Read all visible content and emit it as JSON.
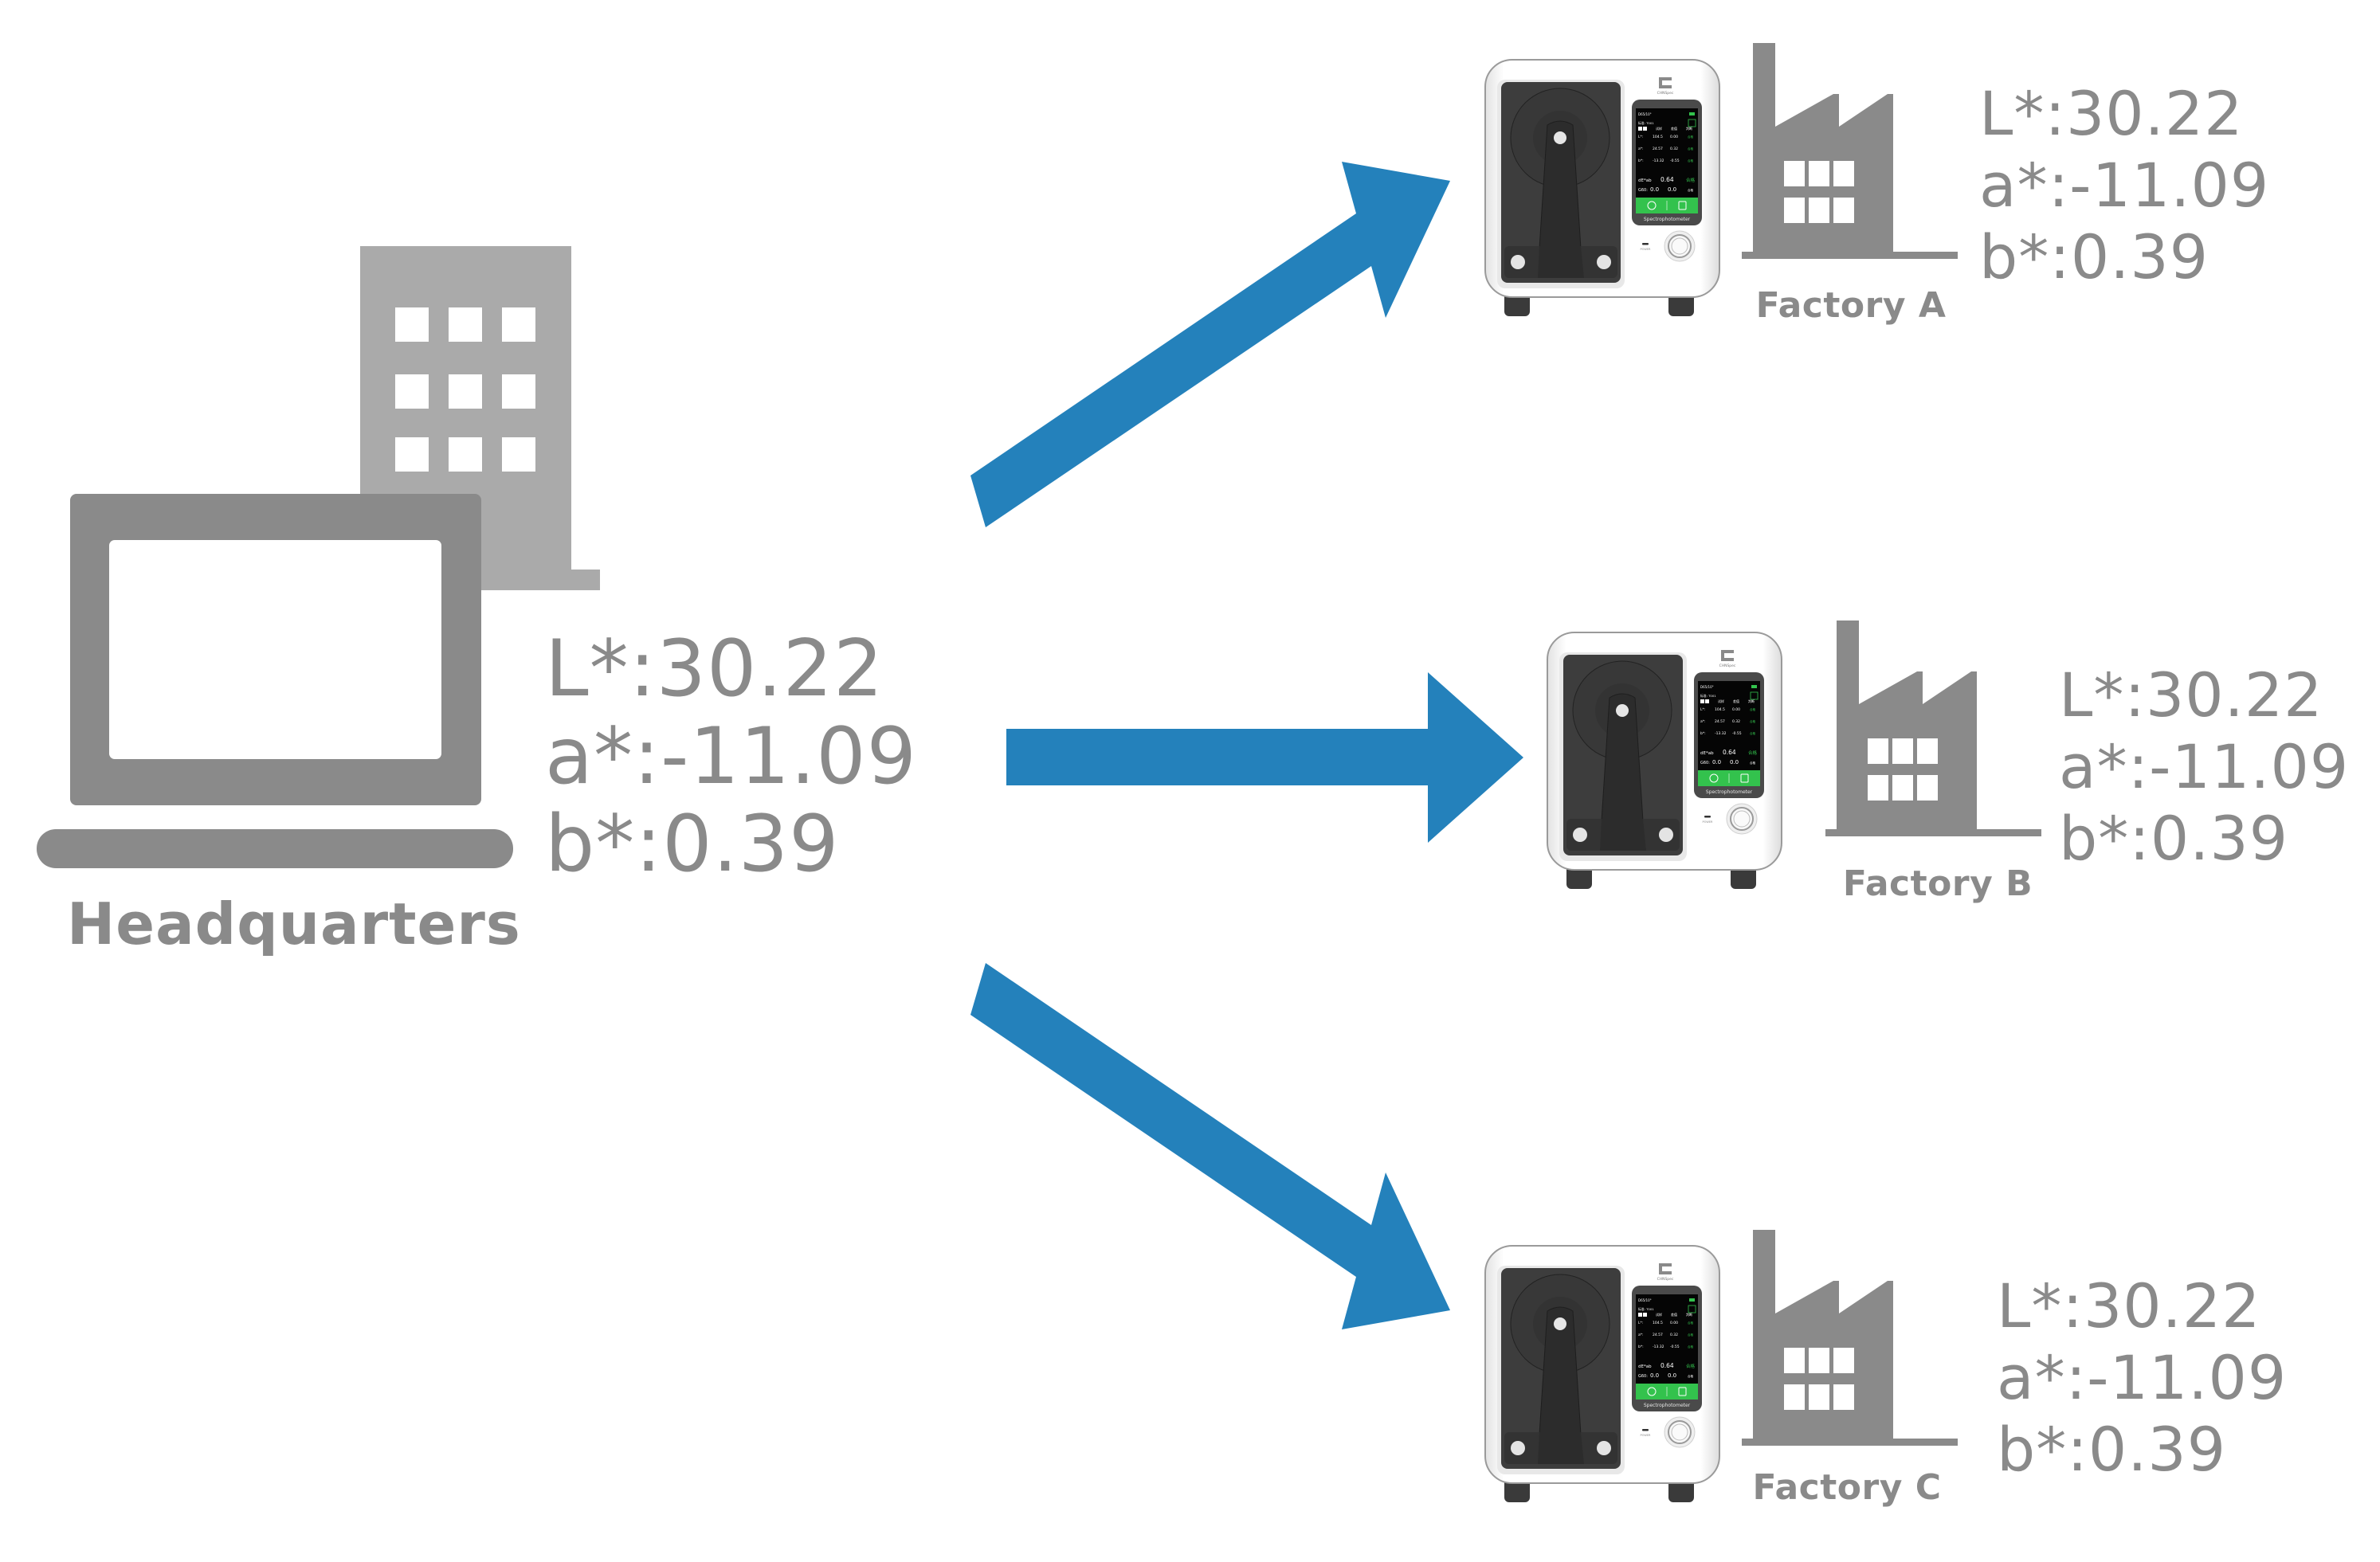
{
  "diagram": {
    "colors": {
      "arrow": "#2481bb",
      "label_gray": "#8a8a8a",
      "laptop_gray": "#8a8a8a",
      "building_gray": "#aaaaaa",
      "factory_gray": "#8a8a8a",
      "screen_green": "#33c24d"
    },
    "headquarters": {
      "name": "Headquarters",
      "icons": [
        "laptop-icon",
        "office-building-icon"
      ],
      "values": {
        "L": "L*:30.22",
        "a": "a*:-11.09",
        "b": "b*:0.39"
      }
    },
    "factories": [
      {
        "name": "Factory A",
        "values": {
          "L": "L*:30.22",
          "a": "a*:-11.09",
          "b": "b*:0.39"
        }
      },
      {
        "name": "Factory B",
        "values": {
          "L": "L*:30.22",
          "a": "a*:-11.09",
          "b": "b*:0.39"
        }
      },
      {
        "name": "Factory C",
        "values": {
          "L": "L*:30.22",
          "a": "a*:-11.09",
          "b": "b*:0.39"
        }
      }
    ],
    "arrows": [
      {
        "from": "Headquarters",
        "to": "Factory A",
        "direction": "up-right"
      },
      {
        "from": "Headquarters",
        "to": "Factory B",
        "direction": "right"
      },
      {
        "from": "Headquarters",
        "to": "Factory C",
        "direction": "down-right"
      }
    ],
    "device": {
      "brand": "CHNSpec",
      "product_label": "Spectrophotometer",
      "power_label": "POWER",
      "screen": {
        "illuminant": "D65/10°",
        "standard": "标准: T001",
        "columns": [
          "试样",
          "差值",
          "判断"
        ],
        "rows": [
          {
            "label": "L*:",
            "sample": "104.5",
            "diff": "0.00",
            "judge": "合格"
          },
          {
            "label": "a*:",
            "sample": "24.57",
            "diff": "0.32",
            "judge": "合格"
          },
          {
            "label": "b*:",
            "sample": "-13.32",
            "diff": "-0.55",
            "judge": "合格"
          }
        ],
        "de": {
          "label": "dE*ab",
          "value": "0.64",
          "judge": "合格"
        },
        "gloss": {
          "label": "G60:",
          "sample": "0.0",
          "diff": "0.0",
          "judge": "合格"
        }
      }
    }
  }
}
